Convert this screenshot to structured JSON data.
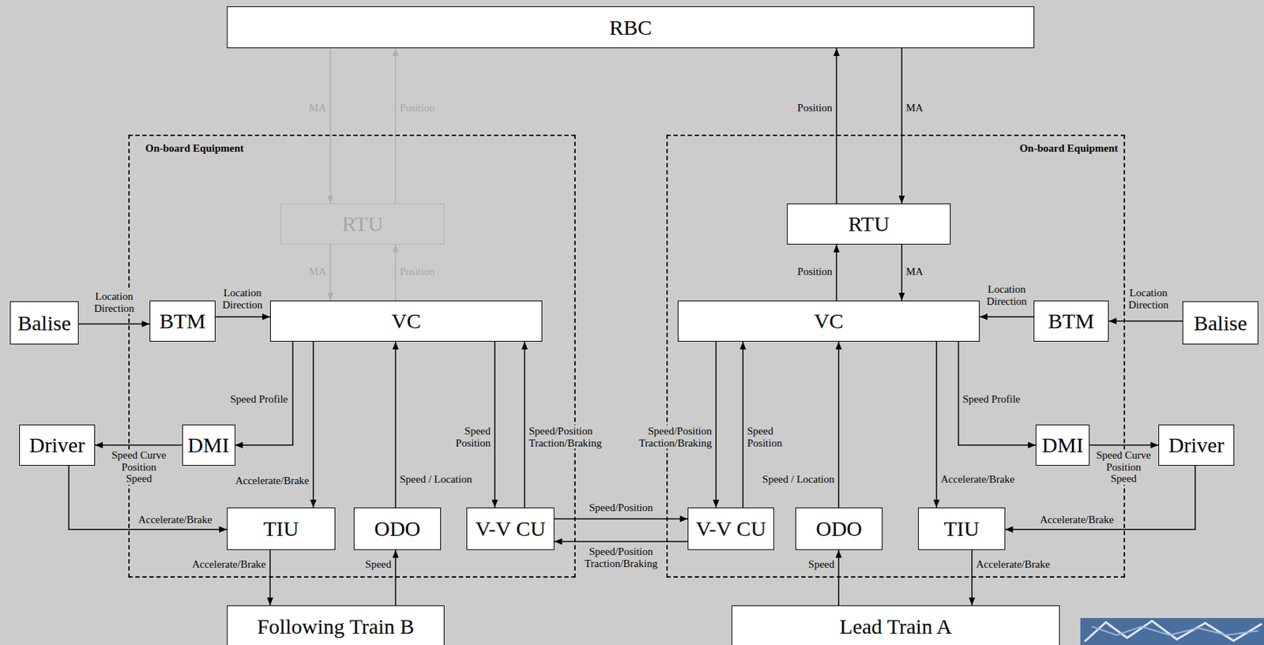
{
  "diagram": {
    "nodes": [
      {
        "text": [
          "RBC"
        ]
      },
      {
        "text": [
          "On-board Equipment"
        ]
      },
      {
        "text": [
          "RTU"
        ],
        "in": 1
      },
      {
        "text": [
          "BTM"
        ],
        "in": 1
      },
      {
        "text": [
          "VC"
        ],
        "in": 1
      },
      {
        "text": [
          "DMI"
        ],
        "in": 1
      },
      {
        "text": [
          "TIU"
        ],
        "in": 1
      },
      {
        "text": [
          "ODO"
        ],
        "in": 1
      },
      {
        "text": [
          "V-V CU"
        ],
        "in": 1
      },
      {
        "text": [
          "On-board Equipment"
        ]
      },
      {
        "text": [
          "RTU"
        ],
        "in": 9
      },
      {
        "text": [
          "VC"
        ],
        "in": 9
      },
      {
        "text": [
          "BTM"
        ],
        "in": 9
      },
      {
        "text": [
          "DMI"
        ],
        "in": 9
      },
      {
        "text": [
          "V-V CU"
        ],
        "in": 9
      },
      {
        "text": [
          "ODO"
        ],
        "in": 9
      },
      {
        "text": [
          "TIU"
        ],
        "in": 9
      },
      {
        "text": [
          "Balise"
        ]
      },
      {
        "text": [
          "Driver"
        ]
      },
      {
        "text": [
          "Following Train B"
        ]
      },
      {
        "text": [
          "Balise"
        ]
      },
      {
        "text": [
          "Driver"
        ]
      },
      {
        "text": [
          "Lead Train A"
        ]
      }
    ],
    "edges": [
      {
        "from": 0,
        "to": 2,
        "label": "MA",
        "arrow": "to"
      },
      {
        "from": 2,
        "to": 0,
        "label": "Position",
        "arrow": "to"
      },
      {
        "from": 2,
        "to": 4,
        "label": "MA",
        "arrow": "to"
      },
      {
        "from": 4,
        "to": 2,
        "label": "Position",
        "arrow": "to"
      },
      {
        "from": 17,
        "to": 3,
        "label": "Location Direction",
        "arrow": "to"
      },
      {
        "from": 3,
        "to": 4,
        "label": "Location Direction",
        "arrow": "to"
      },
      {
        "from": 4,
        "to": 5,
        "label": "Speed Profile",
        "arrow": "to"
      },
      {
        "from": 5,
        "to": 18,
        "label": "Speed Curve Position Speed",
        "arrow": "to"
      },
      {
        "from": 4,
        "to": 6,
        "label": "Accelerate/Brake",
        "arrow": "to"
      },
      {
        "from": 18,
        "to": 6,
        "label": "Accelerate/Brake",
        "arrow": "to"
      },
      {
        "from": 6,
        "to": 19,
        "label": "Accelerate/Brake",
        "arrow": "to"
      },
      {
        "from": 19,
        "to": 7,
        "label": "Speed",
        "arrow": "to"
      },
      {
        "from": 7,
        "to": 4,
        "label": "Speed / Location",
        "arrow": "to"
      },
      {
        "from": 4,
        "to": 8,
        "label": "Speed Position",
        "arrow": "to"
      },
      {
        "from": 8,
        "to": 4,
        "label": "Speed/Position Traction/Braking",
        "arrow": "to"
      },
      {
        "from": 8,
        "to": 14,
        "label": "Speed/Position",
        "arrow": "to"
      },
      {
        "from": 14,
        "to": 8,
        "label": "Speed/Position Traction/Braking",
        "arrow": "to"
      },
      {
        "from": 10,
        "to": 0,
        "label": "Position",
        "arrow": "to"
      },
      {
        "from": 0,
        "to": 10,
        "label": "MA",
        "arrow": "to"
      },
      {
        "from": 11,
        "to": 10,
        "label": "Position",
        "arrow": "to"
      },
      {
        "from": 10,
        "to": 11,
        "label": "MA",
        "arrow": "to"
      },
      {
        "from": 20,
        "to": 12,
        "label": "Location Direction",
        "arrow": "to"
      },
      {
        "from": 12,
        "to": 11,
        "label": "Location Direction",
        "arrow": "to"
      },
      {
        "from": 11,
        "to": 14,
        "label": "Speed/Position Traction/Braking",
        "arrow": "to"
      },
      {
        "from": 14,
        "to": 11,
        "label": "Speed Position",
        "arrow": "to"
      },
      {
        "from": 15,
        "to": 11,
        "label": "Speed / Location",
        "arrow": "to"
      },
      {
        "from": 11,
        "to": 16,
        "label": "Accelerate/Brake",
        "arrow": "to"
      },
      {
        "from": 11,
        "to": 13,
        "label": "Speed Profile",
        "arrow": "to"
      },
      {
        "from": 13,
        "to": 21,
        "label": "Speed Curve Position Speed",
        "arrow": "to"
      },
      {
        "from": 21,
        "to": 16,
        "label": "Accelerate/Brake",
        "arrow": "to"
      },
      {
        "from": 16,
        "to": 22,
        "label": "Accelerate/Brake",
        "arrow": "to"
      },
      {
        "from": 22,
        "to": 15,
        "label": "Speed",
        "arrow": "to"
      }
    ]
  }
}
